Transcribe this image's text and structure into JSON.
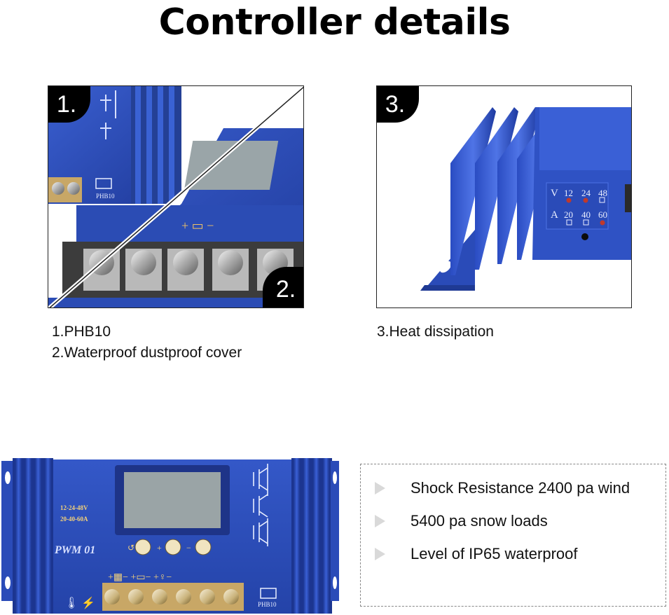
{
  "page": {
    "title": "Controller details"
  },
  "panels": [
    {
      "badge_top": "1.",
      "badge_bottom": "2.",
      "port_label": "PHB10"
    },
    {
      "badge_top": "3."
    }
  ],
  "captions": {
    "item1": "1.PHB10",
    "item2": "2.Waterproof dustproof cover",
    "item3": "3.Heat dissipation"
  },
  "selector_label": {
    "v_label": "V",
    "v_values": [
      "12",
      "24",
      "48"
    ],
    "a_label": "A",
    "a_values": [
      "20",
      "40",
      "60"
    ]
  },
  "product": {
    "voltage_text": "12-24-48V",
    "current_text": "20-40-60A",
    "model": "PWM 01",
    "port_label": "PHB10"
  },
  "features": [
    "Shock Resistance 2400 pa wind",
    "5400 pa snow loads",
    "Level of IP65 waterproof"
  ],
  "colors": {
    "device_blue": "#2f50b8",
    "device_dark": "#1c3590",
    "bullet": "#d9d9d9"
  }
}
